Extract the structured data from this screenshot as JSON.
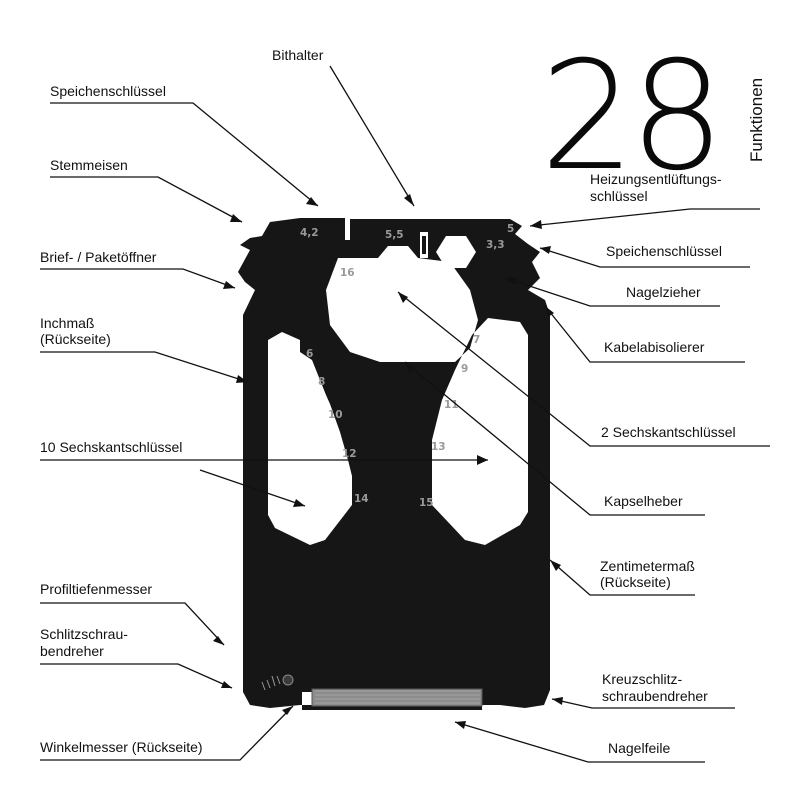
{
  "header": {
    "count": "28",
    "subtitle": "Funktionen"
  },
  "labels": {
    "bithalter": "Bithalter",
    "speichen_left": "Speichenschlüssel",
    "stemmeisen": "Stemmeisen",
    "heizung_1": "Heizungsentlüftungs-",
    "heizung_2": "schlüssel",
    "brief": "Brief- / Paketöffner",
    "speichen_right": "Speichenschlüssel",
    "nagelzieher": "Nagelzieher",
    "inch_1": "Inchmaß",
    "inch_2": "(Rückseite)",
    "kabel": "Kabelabisolierer",
    "sechskant10": "10 Sechskantschlüssel",
    "sechskant2": "2 Sechskantschlüssel",
    "kapsel": "Kapselheber",
    "zenti_1": "Zentimetermaß",
    "zenti_2": "(Rückseite)",
    "profil": "Profiltiefenmesser",
    "schlitz_1": "Schlitzschrau-",
    "schlitz_2": "bendreher",
    "kreuz_1": "Kreuzschlitz-",
    "kreuz_2": "schraubendreher",
    "winkel": "Winkelmesser (Rückseite)",
    "nagelfeile": "Nagelfeile"
  },
  "tool_sizes": {
    "s4_2": "4,2",
    "s5_5": "5,5",
    "s5": "5",
    "s3_3": "3,3",
    "s16": "16",
    "s6": "6",
    "s7": "7",
    "s8": "8",
    "s9": "9",
    "s10": "10",
    "s11": "11",
    "s12": "12",
    "s13": "13",
    "s14": "14",
    "s15": "15"
  },
  "colors": {
    "card": "#161616",
    "text": "#111111",
    "numbers": "#9a9a9a"
  }
}
